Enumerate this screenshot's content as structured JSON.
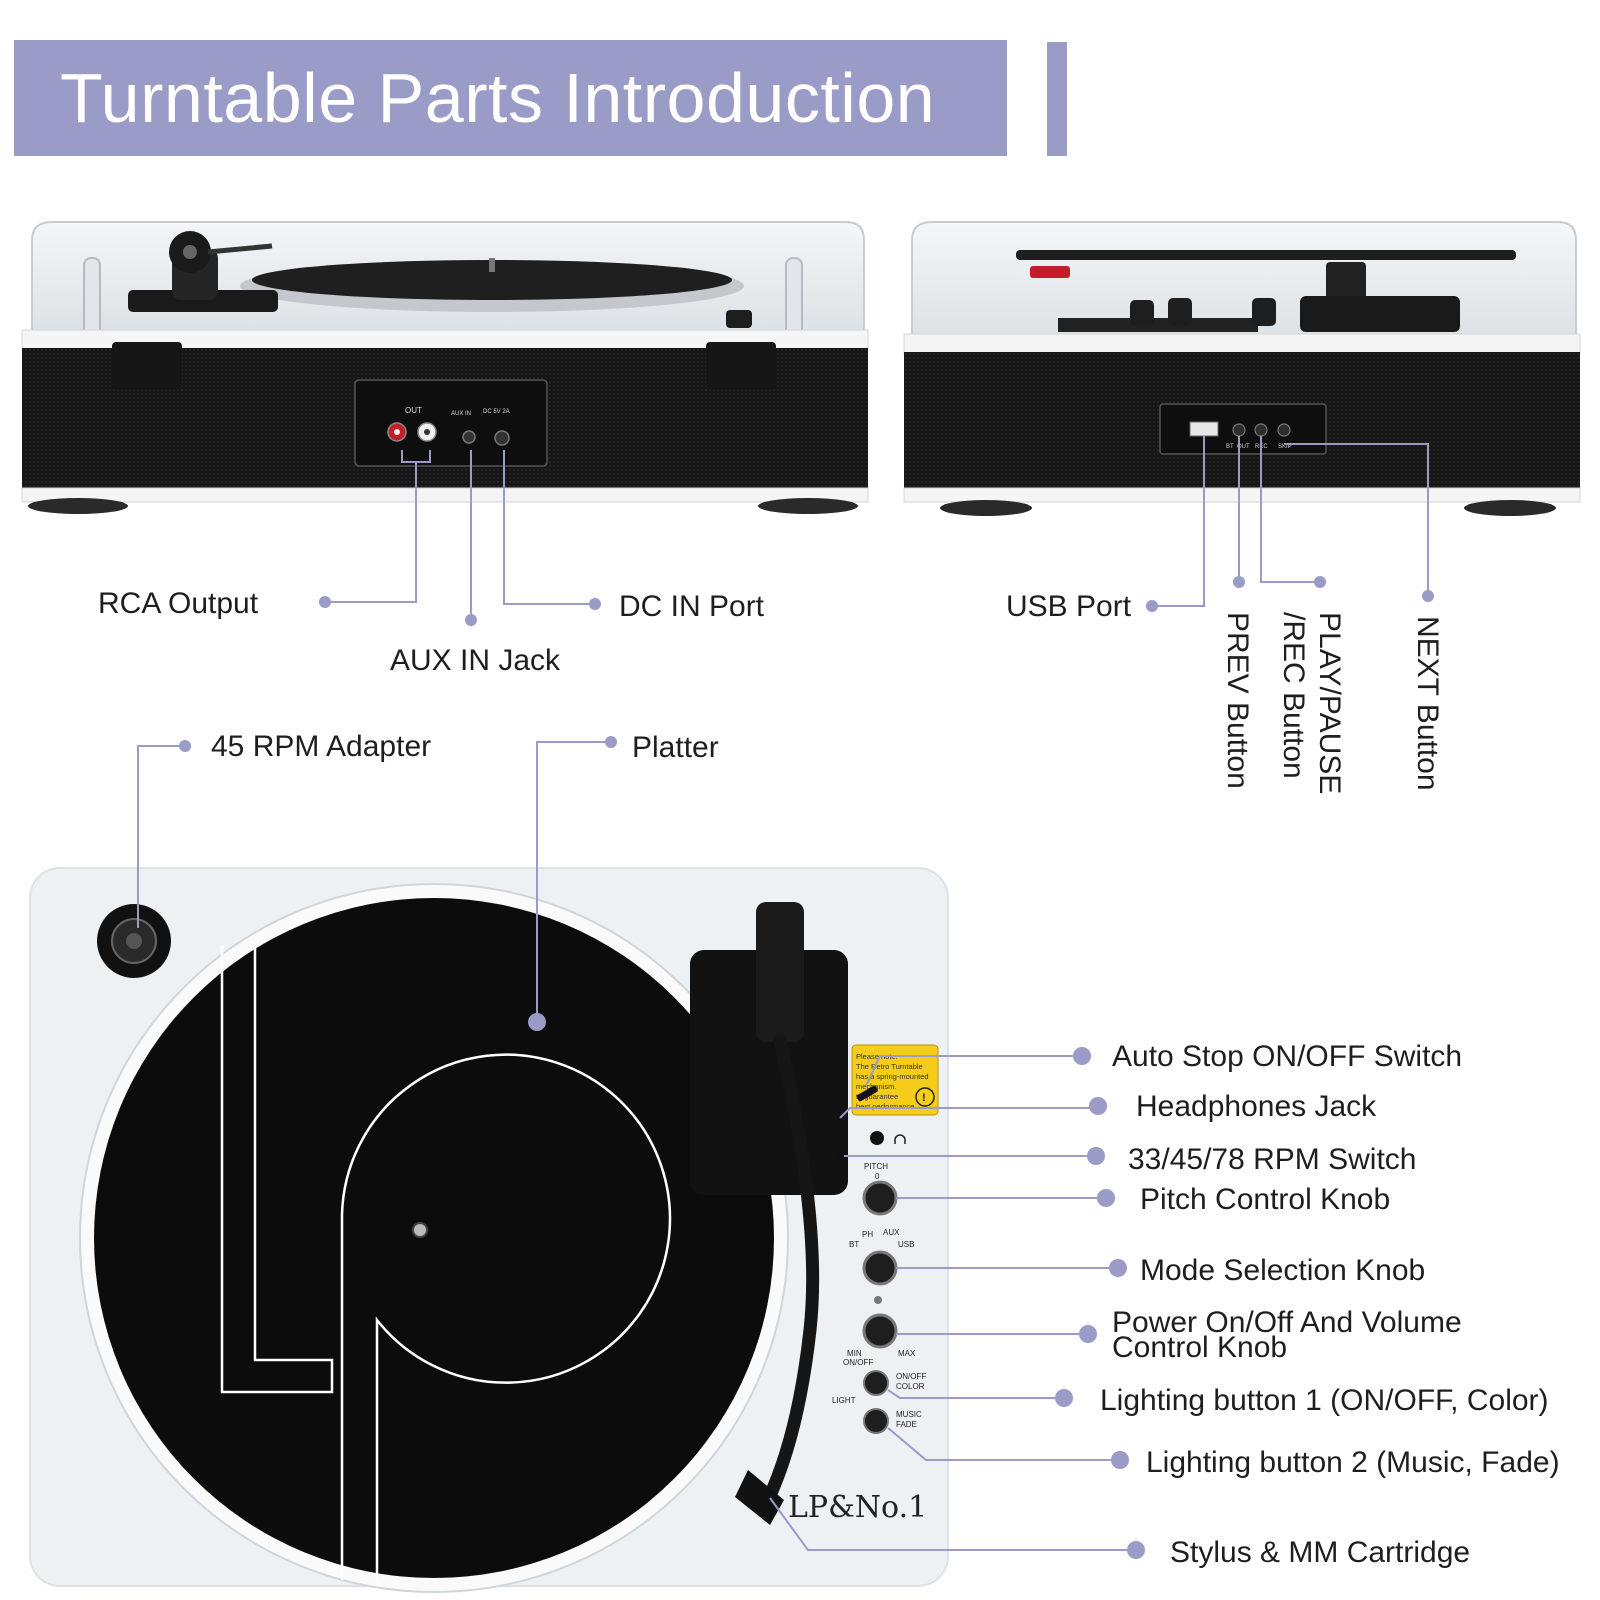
{
  "title": "Turntable Parts Introduction",
  "accent_color": "#9a9bc6",
  "back_panel": {
    "port_labels": [
      "OUT",
      "AUX IN",
      "DC 5V 2A"
    ],
    "callouts": {
      "rca_output": "RCA Output",
      "aux_in_jack": "AUX IN Jack",
      "dc_in_port": "DC IN Port"
    }
  },
  "side_panel": {
    "button_labels": [
      "BT",
      "OUT",
      "REC",
      "SKIP"
    ],
    "callouts": {
      "usb_port": "USB Port",
      "prev_button": "PREV Button",
      "play_pause": "PLAY/PAUSE",
      "rec_button": "/REC Button",
      "next_button": "NEXT Button"
    }
  },
  "top_view": {
    "callouts": {
      "adapter": "45 RPM Adapter",
      "platter": "Platter",
      "auto_stop": "Auto Stop ON/OFF Switch",
      "headphones": "Headphones Jack",
      "rpm_switch": "33/45/78 RPM Switch",
      "pitch": "Pitch Control Knob",
      "mode": "Mode Selection Knob",
      "power_1": "Power On/Off And Volume",
      "power_2": "Control Knob",
      "light_1": "Lighting button 1 (ON/OFF, Color)",
      "light_2": "Lighting button 2 (Music, Fade)",
      "stylus": "Stylus & MM Cartridge"
    },
    "panel_labels": {
      "pitch": "PITCH",
      "pitch_zero": "0",
      "ph": "PH",
      "aux": "AUX",
      "bt": "BT",
      "usb": "USB",
      "max": "MAX",
      "min": "MIN",
      "onoff": "ON/OFF",
      "onoff_color_1": "ON/OFF",
      "onoff_color_2": "COLOR",
      "light": "LIGHT",
      "music": "MUSIC",
      "fade": "FADE"
    },
    "sticker_lines": [
      "Please note:",
      "The Retro Turntable",
      "has a spring-mounted",
      "mechanism.",
      "to guarantee",
      "best performance"
    ],
    "brand": "LP&No.1"
  }
}
